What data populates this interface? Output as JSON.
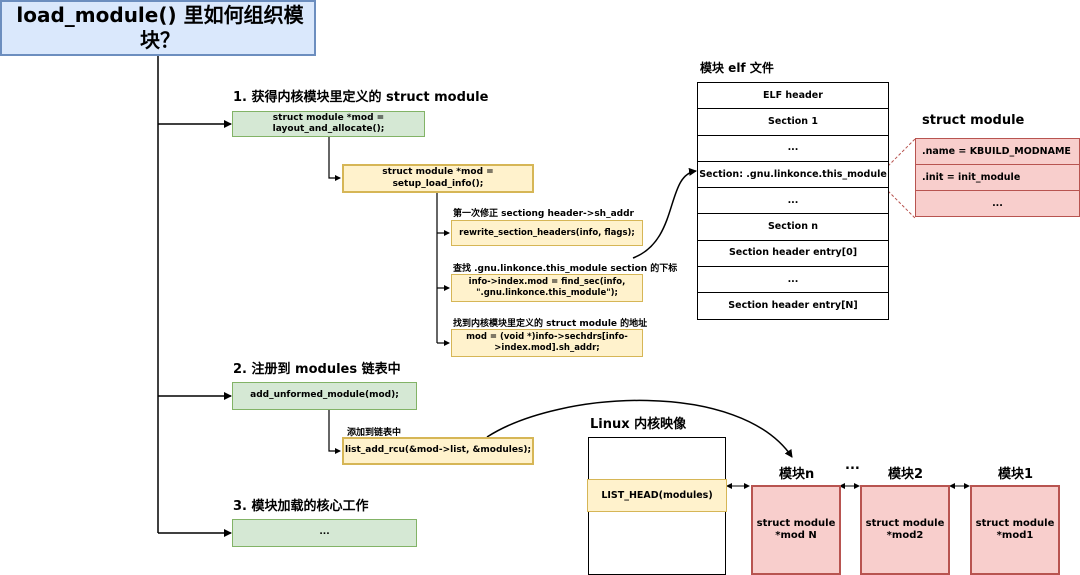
{
  "title": "load_module() 里如何组织模块？",
  "step1": {
    "heading": "1. 获得内核模块里定义的 struct module",
    "box_layout": "struct module *mod = layout_and_allocate();",
    "box_setup": "struct module *mod = setup_load_info();",
    "note_rewrite": "第一次修正 sectiong header->sh_addr",
    "box_rewrite": "rewrite_section_headers(info, flags);",
    "note_find": "查找 .gnu.linkonce.this_module section 的下标",
    "box_find": "info->index.mod = find_sec(info, \".gnu.linkonce.this_module\");",
    "note_addr": "找到内核模块里定义的 struct module 的地址",
    "box_addr": "mod = (void *)info->sechdrs[info->index.mod].sh_addr;"
  },
  "step2": {
    "heading": "2. 注册到 modules 链表中",
    "box_unformed": "add_unformed_module(mod);",
    "note_add": "添加到链表中",
    "box_list_add": "list_add_rcu(&mod->list, &modules);"
  },
  "step3": {
    "heading": "3. 模块加载的核心工作",
    "box_core": "..."
  },
  "elf": {
    "heading": "模块 elf 文件",
    "rows": [
      "ELF header",
      "Section 1",
      "...",
      "Section: .gnu.linkonce.this_module",
      "...",
      "Section n",
      "Section header entry[0]",
      "...",
      "Section header entry[N]"
    ]
  },
  "struct_module": {
    "heading": "struct module",
    "fields": [
      ".name = KBUILD_MODNAME",
      ".init = init_module",
      "..."
    ]
  },
  "kernel_image": {
    "heading": "Linux 内核映像",
    "list_head": "LIST_HEAD(modules)"
  },
  "modules": {
    "ellipsis": "...",
    "items": [
      {
        "label": "模块n",
        "line1": "struct module",
        "line2": "*mod N"
      },
      {
        "label": "模块2",
        "line1": "struct module",
        "line2": "*mod2"
      },
      {
        "label": "模块1",
        "line1": "struct module",
        "line2": "*mod1"
      }
    ]
  },
  "colors": {
    "title_fill": "#dae8fc",
    "title_border": "#6c8ebf",
    "green_fill": "#d5e8d4",
    "green_border": "#82b366",
    "yellow_fill": "#fff2cc",
    "yellow_border": "#d6b656",
    "red_fill": "#f8cecc",
    "red_border": "#b85450"
  }
}
